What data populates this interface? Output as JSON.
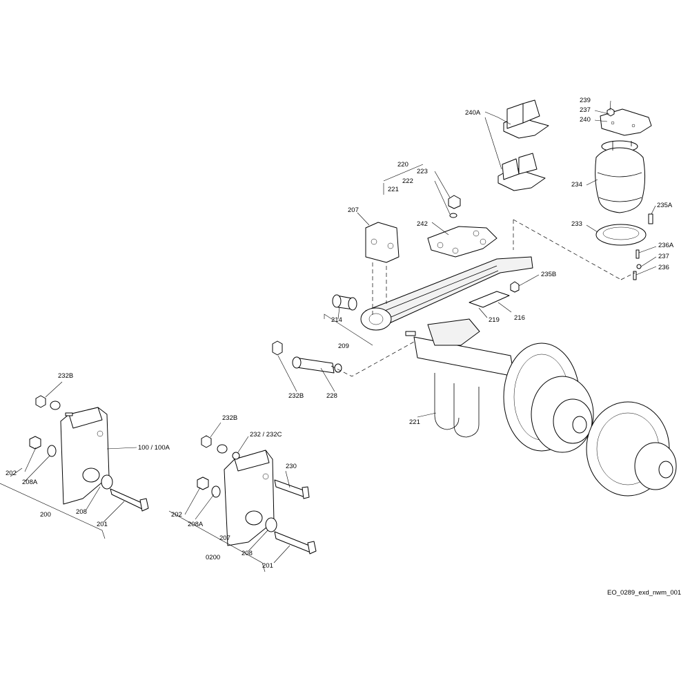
{
  "callouts": {
    "p200": "200",
    "p0200": "0200",
    "p201a": "201",
    "p201b": "201",
    "p202a": "202",
    "p202b": "202",
    "p207a": "207",
    "p207b": "207",
    "p208a": "208",
    "p208b": "208",
    "p208Aa": "208A",
    "p208Ab": "208A",
    "p209": "209",
    "p214": "214",
    "p216": "216",
    "p219": "219",
    "p220": "220",
    "p221a": "221",
    "p221b": "221",
    "p222": "222",
    "p223": "223",
    "p228": "228",
    "p230": "230",
    "p232": "232 / 232C",
    "p232Ba": "232B",
    "p232Bb": "232B",
    "p232Bc": "232B",
    "p233": "233",
    "p234": "234",
    "p235A": "235A",
    "p235B": "235B",
    "p236": "236",
    "p236A": "236A",
    "p237a": "237",
    "p237b": "237",
    "p239": "239",
    "p240": "240",
    "p240A": "240A",
    "p242": "242",
    "p100": "100 / 100A"
  },
  "drawing_reference": "EO_0289_exd_nwm_001"
}
